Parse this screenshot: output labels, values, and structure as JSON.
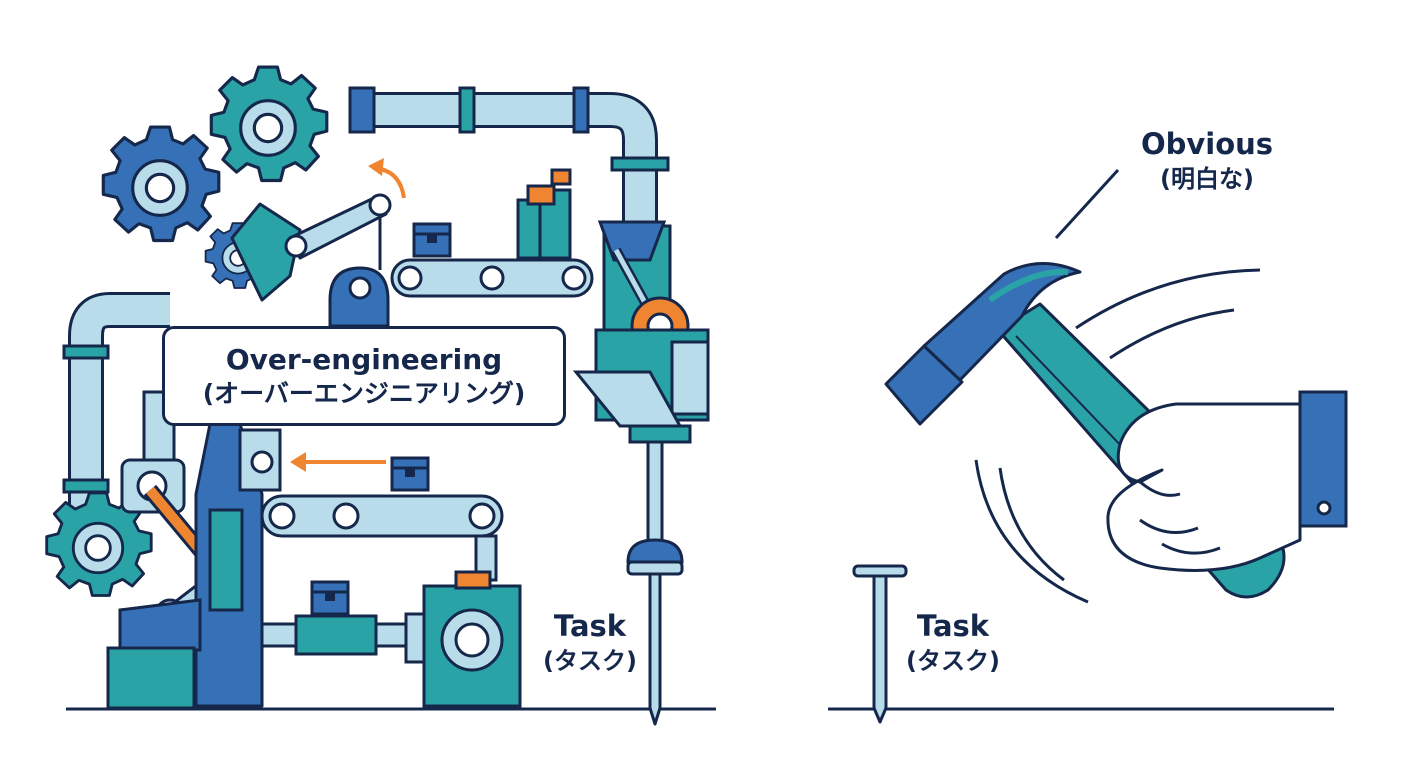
{
  "left_panel": {
    "machine_label_line1": "Over-engineering",
    "machine_label_line2": "(オーバーエンジニアリング)",
    "task_line1": "Task",
    "task_line2": "(タスク)"
  },
  "right_panel": {
    "tool_label_line1": "Obvious",
    "tool_label_line2": "(明白な)",
    "task_line1": "Task",
    "task_line2": "(タスク)"
  },
  "colors": {
    "outline": "#15284b",
    "blue": "#3671b8",
    "teal": "#2aa3a6",
    "light_blue": "#b9dcea",
    "orange": "#ef8530",
    "white": "#ffffff"
  },
  "icons": [
    "gear-icon",
    "pipe-icon",
    "conveyor-belt-icon",
    "box-icon",
    "robot-arm-icon",
    "nail-icon",
    "hammer-icon",
    "hand-icon",
    "arrow-icon"
  ]
}
